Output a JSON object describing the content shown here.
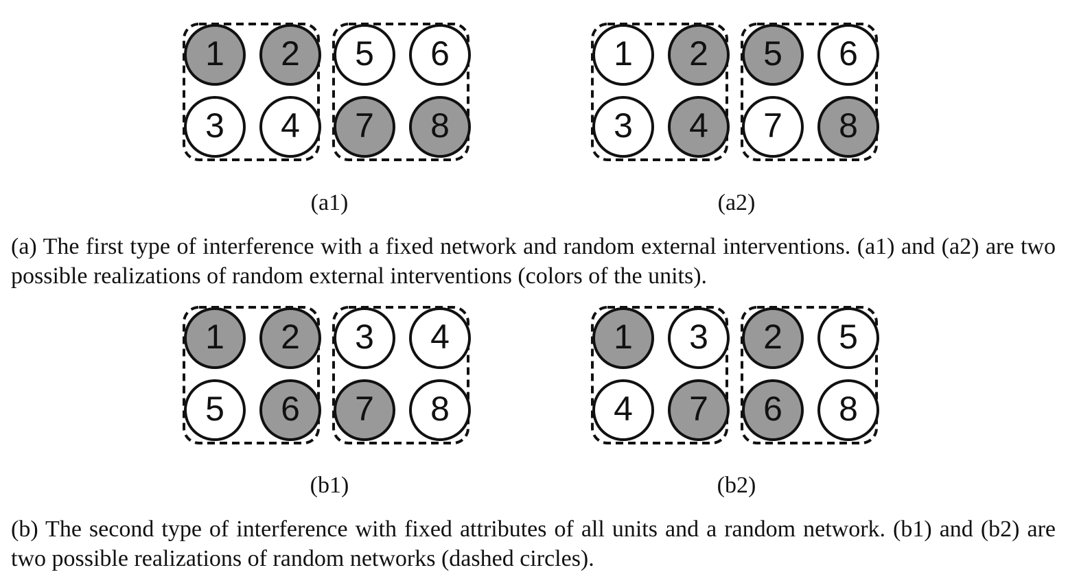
{
  "colors": {
    "filled": "#999999",
    "empty": "#ffffff",
    "stroke": "#111111"
  },
  "panels": [
    {
      "label": "(a1)",
      "groups": [
        {
          "nodes": [
            {
              "n": "1",
              "filled": true
            },
            {
              "n": "2",
              "filled": true
            },
            {
              "n": "3",
              "filled": false
            },
            {
              "n": "4",
              "filled": false
            }
          ]
        },
        {
          "nodes": [
            {
              "n": "5",
              "filled": false
            },
            {
              "n": "6",
              "filled": false
            },
            {
              "n": "7",
              "filled": true
            },
            {
              "n": "8",
              "filled": true
            }
          ]
        }
      ]
    },
    {
      "label": "(a2)",
      "groups": [
        {
          "nodes": [
            {
              "n": "1",
              "filled": false
            },
            {
              "n": "2",
              "filled": true
            },
            {
              "n": "3",
              "filled": false
            },
            {
              "n": "4",
              "filled": true
            }
          ]
        },
        {
          "nodes": [
            {
              "n": "5",
              "filled": true
            },
            {
              "n": "6",
              "filled": false
            },
            {
              "n": "7",
              "filled": false
            },
            {
              "n": "8",
              "filled": true
            }
          ]
        }
      ]
    },
    {
      "label": "(b1)",
      "groups": [
        {
          "nodes": [
            {
              "n": "1",
              "filled": true
            },
            {
              "n": "2",
              "filled": true
            },
            {
              "n": "5",
              "filled": false
            },
            {
              "n": "6",
              "filled": true
            }
          ]
        },
        {
          "nodes": [
            {
              "n": "3",
              "filled": false
            },
            {
              "n": "4",
              "filled": false
            },
            {
              "n": "7",
              "filled": true
            },
            {
              "n": "8",
              "filled": false
            }
          ]
        }
      ]
    },
    {
      "label": "(b2)",
      "groups": [
        {
          "nodes": [
            {
              "n": "1",
              "filled": true
            },
            {
              "n": "3",
              "filled": false
            },
            {
              "n": "4",
              "filled": false
            },
            {
              "n": "7",
              "filled": true
            }
          ]
        },
        {
          "nodes": [
            {
              "n": "2",
              "filled": true
            },
            {
              "n": "5",
              "filled": false
            },
            {
              "n": "6",
              "filled": true
            },
            {
              "n": "8",
              "filled": false
            }
          ]
        }
      ]
    }
  ],
  "captions": {
    "a": "(a) The first type of interference with a fixed network and random external interventions. (a1) and (a2) are two possible realizations of random external interventions (colors of the units).",
    "b": "(b) The second type of interference with fixed attributes of all units and a random network. (b1) and (b2) are two possible realizations of random networks (dashed circles)."
  }
}
